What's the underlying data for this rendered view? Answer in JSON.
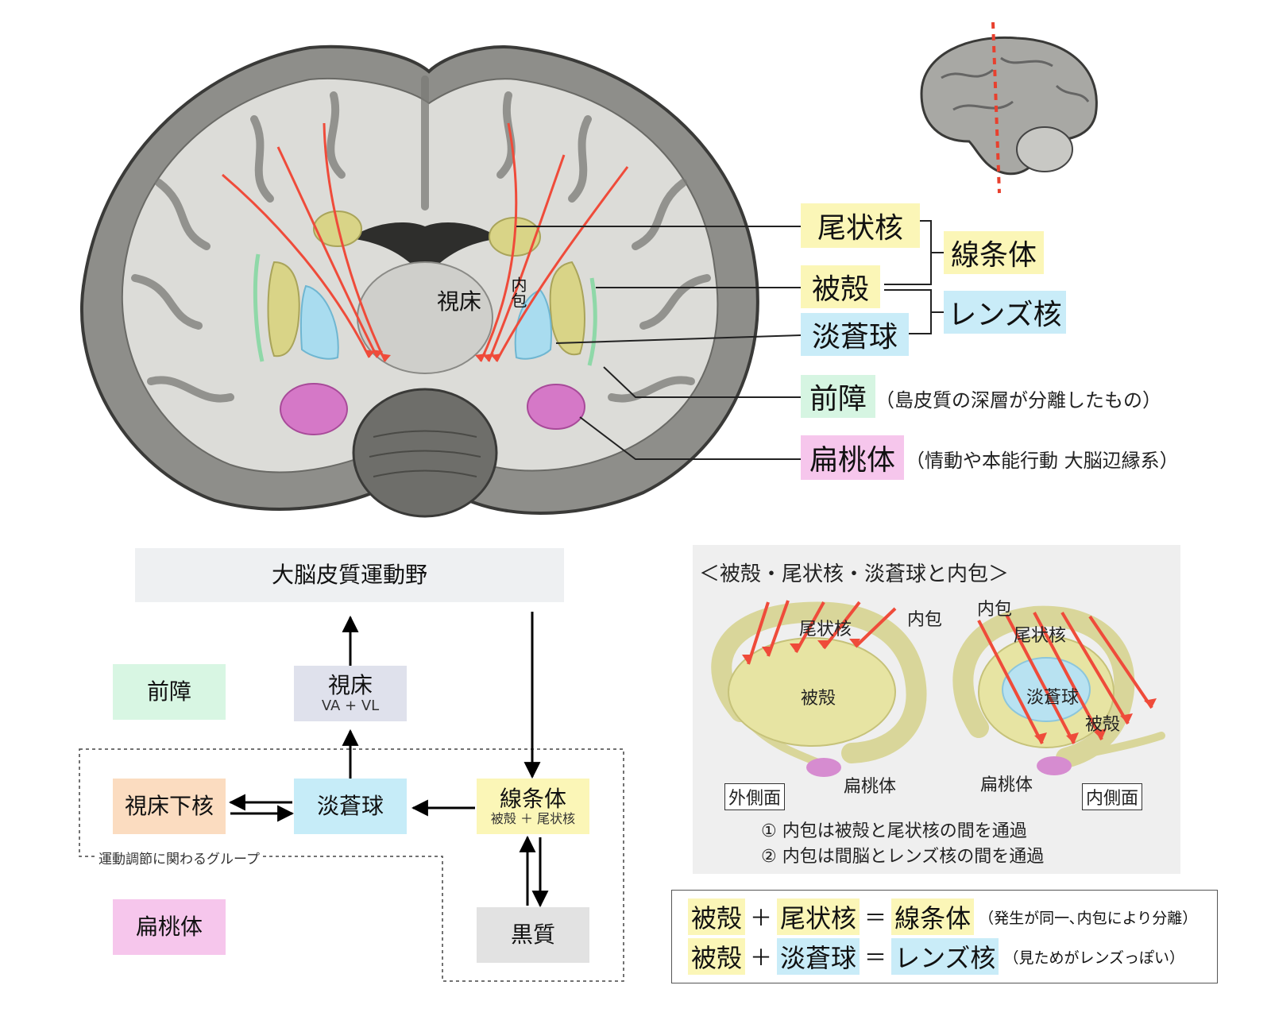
{
  "section_image": {
    "labels": {
      "thalamus": "視床",
      "internal_capsule": "内包"
    }
  },
  "legend": [
    {
      "key": "caudate",
      "text": "尾状核",
      "color": "#fbf6b7"
    },
    {
      "key": "putamen",
      "text": "被殻",
      "color": "#fbf6b7"
    },
    {
      "key": "globus",
      "text": "淡蒼球",
      "color": "#c9ecf8"
    },
    {
      "key": "claustrum",
      "text": "前障",
      "color": "#d6f5e2"
    },
    {
      "key": "amygdala",
      "text": "扁桃体",
      "color": "#f6c6ec"
    }
  ],
  "groups": {
    "striatum": "線条体",
    "lentiform": "レンズ核"
  },
  "notes": {
    "claustrum": "（島皮質の深層が分離したもの）",
    "amygdala": "（情動や本能行動 大脳辺縁系）"
  },
  "flow": {
    "cortex": "大脳皮質運動野",
    "thalamus": "視床",
    "thalamus_sub": "VA + VL",
    "claustrum": "前障",
    "subthalamic": "視床下核",
    "globus": "淡蒼球",
    "striatum": "線条体",
    "striatum_sub": "被殻 ＋ 尾状核",
    "amygdala": "扁桃体",
    "substantia_nigra": "黒質",
    "group_label": "運動調節に関わるグループ",
    "colors": {
      "cortex": "#eef0f2",
      "thalamus": "#dfe1ec",
      "claustrum": "#d8f6e3",
      "subthalamic": "#fbdcc0",
      "globus": "#c6ecf8",
      "striatum": "#fbf6b7",
      "amygdala": "#f6c6ec",
      "substantia_nigra": "#e2e2e2"
    }
  },
  "panel": {
    "title": "＜被殻・尾状核・淡蒼球と内包＞",
    "left": {
      "caudate": "尾状核",
      "internal_capsule": "内包",
      "putamen": "被殻",
      "amygdala": "扁桃体",
      "view": "外側面"
    },
    "right": {
      "internal_capsule": "内包",
      "caudate": "尾状核",
      "globus": "淡蒼球",
      "putamen": "被殻",
      "amygdala": "扁桃体",
      "view": "内側面"
    },
    "point1": "① 内包は被殻と尾状核の間を通過",
    "point2": "② 内包は間脳とレンズ核の間を通過"
  },
  "formula": {
    "row1": {
      "a": "被殻",
      "plus": "＋",
      "b": "尾状核",
      "eq": "＝",
      "c": "線条体",
      "note": "（発生が同一､内包により分離）"
    },
    "row2": {
      "a": "被殻",
      "plus": "＋",
      "b": "淡蒼球",
      "eq": "＝",
      "c": "レンズ核",
      "note": "（見ためがレンズっぽい）"
    }
  }
}
